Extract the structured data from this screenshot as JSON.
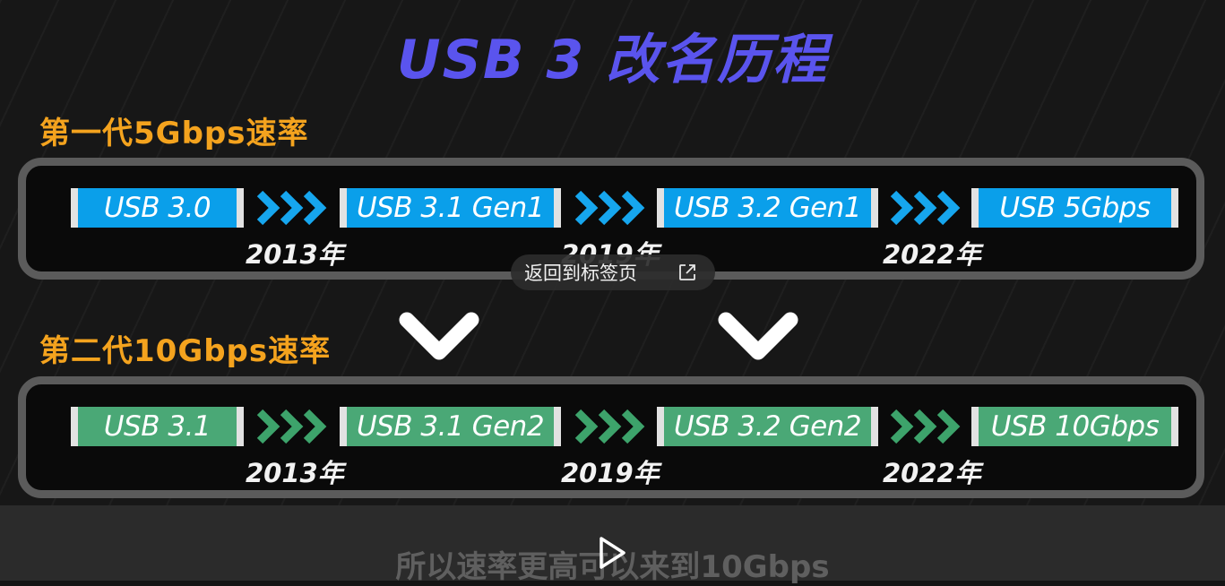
{
  "title": "USB 3 改名历程",
  "gen1": {
    "heading": "第一代5Gbps速率",
    "names": [
      "USB 3.0",
      "USB 3.1 Gen1",
      "USB 3.2 Gen1",
      "USB 5Gbps"
    ],
    "years": [
      "2013年",
      "2019年",
      "2022年"
    ]
  },
  "gen2": {
    "heading": "第二代10Gbps速率",
    "names": [
      "USB 3.1",
      "USB 3.1 Gen2",
      "USB 3.2 Gen2",
      "USB 10Gbps"
    ],
    "years": [
      "2013年",
      "2019年",
      "2022年"
    ]
  },
  "overlay": {
    "back_to_tab": "返回到标签页",
    "icon": "open-external-icon"
  },
  "subtitle": "所以速率更高可以来到10Gbps",
  "player": {
    "icon": "play-icon"
  },
  "colors": {
    "title": "#5a54ee",
    "heading": "#f4a31e",
    "gen1_tag": "#0a9fea",
    "gen1_arrow": "#16a6ee",
    "gen2_tag": "#4aa876",
    "gen2_arrow": "#3da36b",
    "panel_border": "#5b5b5b"
  }
}
